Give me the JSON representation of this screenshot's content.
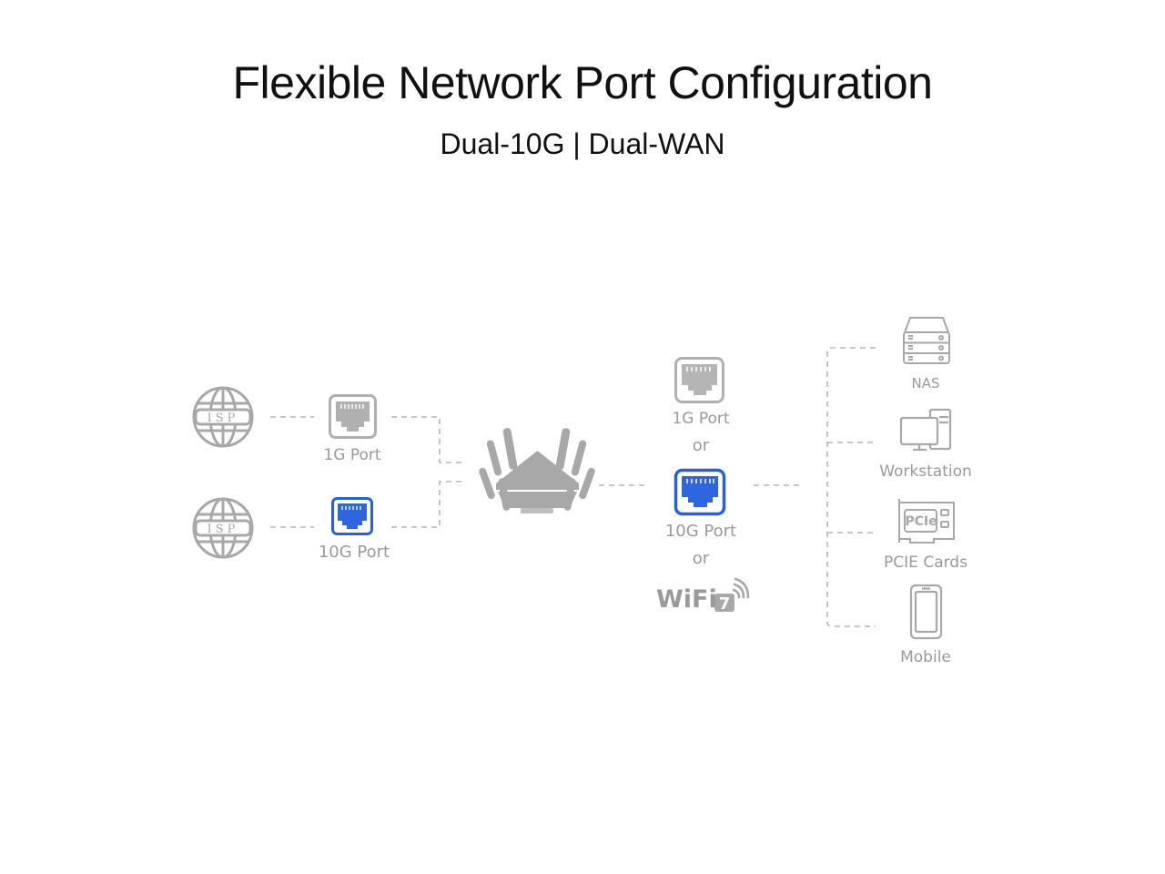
{
  "header": {
    "title": "Flexible Network Port Configuration",
    "subtitle": "Dual-10G | Dual-WAN"
  },
  "colors": {
    "gray": "#a8a8a8",
    "label_gray": "#9a9a9a",
    "blue": "#2a5fd6",
    "blue_fill": "#2f66e0"
  },
  "wan": {
    "isp_label": "ISP",
    "ports": [
      {
        "label": "1G Port",
        "highlight": false
      },
      {
        "label": "10G Port",
        "highlight": true
      }
    ]
  },
  "router": {
    "icon": "router-icon"
  },
  "lan": {
    "options": [
      {
        "label": "1G Port",
        "highlight": false
      },
      {
        "label": "10G Port",
        "highlight": true
      }
    ],
    "or_label": "or",
    "wifi_label": "WiFi",
    "wifi_badge": "7"
  },
  "devices": [
    {
      "label": "NAS",
      "icon": "nas-icon"
    },
    {
      "label": "Workstation",
      "icon": "workstation-icon"
    },
    {
      "label": "PCIE Cards",
      "icon": "pcie-card-icon"
    },
    {
      "label": "Mobile",
      "icon": "mobile-icon"
    }
  ],
  "pcie_badge": "PCIe"
}
